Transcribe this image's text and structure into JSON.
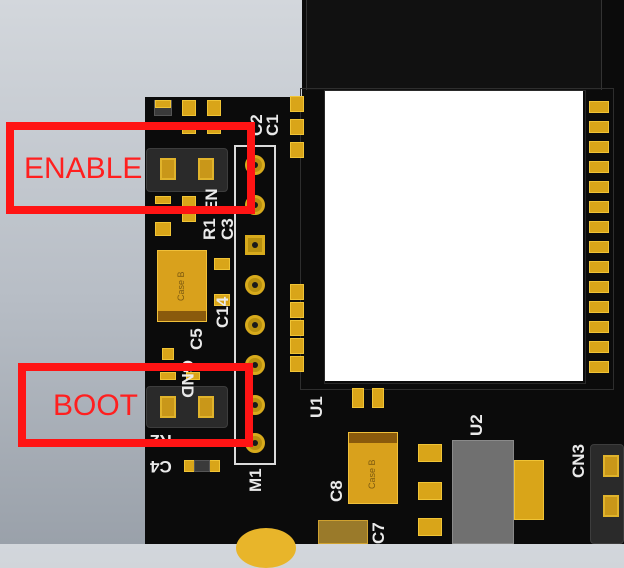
{
  "callouts": {
    "enable": "ENABLE",
    "boot": "BOOT"
  },
  "silkscreen": {
    "c1": "C1",
    "c2": "C2",
    "c3": "C3",
    "r1": "R1",
    "en": "EN",
    "c14": "C14",
    "c5": "C5",
    "r2": "R2",
    "gnd": "GND",
    "c4": "C4",
    "m1": "M1",
    "u1": "U1",
    "u2": "U2",
    "c8": "C8",
    "c7": "C7",
    "cn3": "CN3"
  },
  "capacitor_marking": "Case B",
  "colors": {
    "callout": "#ff1414",
    "pad": "#d9a519",
    "board": "#0b0b0b",
    "silk": "#eaeaea"
  }
}
